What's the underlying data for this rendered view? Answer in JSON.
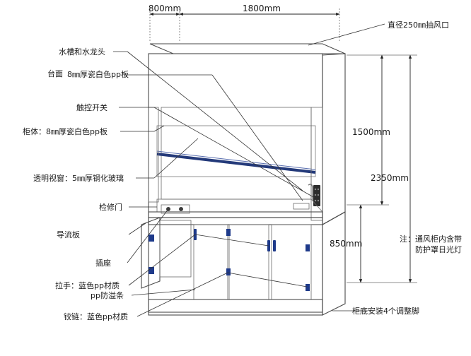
{
  "dimensions": {
    "depth": "800mm",
    "width": "1800mm",
    "upper_height": "1500mm",
    "total_height": "2350mm",
    "base_height": "850mm"
  },
  "labels": {
    "exhaust": "直径250㎜抽风口",
    "sink": "水槽和水龙头",
    "countertop_a": "台面",
    "countertop_b": "8㎜厚瓷白色pp板",
    "touch_switch": "触控开关",
    "cabinet_body": "柜体：8㎜厚瓷白色pp板",
    "window": "透明视窗：5㎜厚钢化玻璃",
    "access_door": "检修门",
    "baffle": "导流板",
    "socket": "插座",
    "handle": "拉手：蓝色pp材质",
    "spill_strip": "pp防溢条",
    "hinge": "铰链：蓝色pp材质",
    "feet": "柜底安装4个调整脚",
    "note_a": "注：通风柜内含带",
    "note_b": "防护罩日光灯"
  }
}
